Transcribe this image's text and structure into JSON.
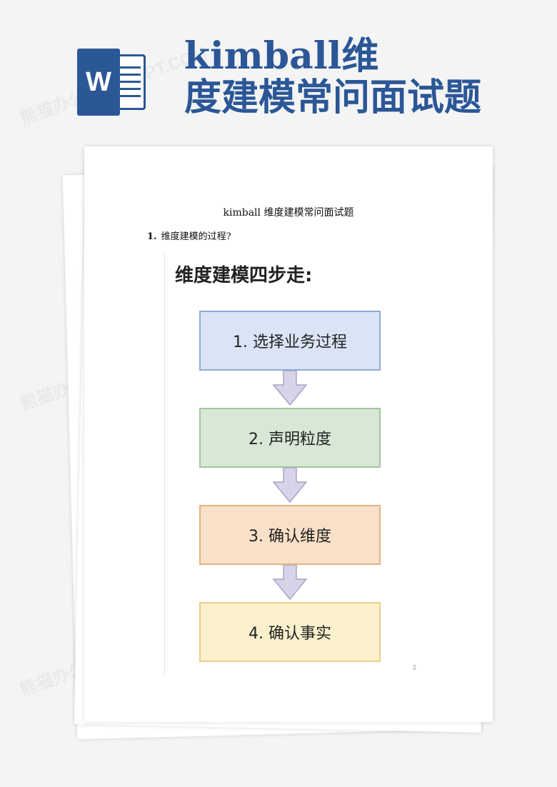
{
  "banner": {
    "logo_letter": "W",
    "title_line1": "kimball维",
    "title_line2": "度建模常问面试题"
  },
  "document": {
    "title": "kimball 维度建模常问面试题",
    "question": {
      "number": "1.",
      "text": "维度建模的过程?"
    },
    "figure": {
      "title": "维度建模四步走:",
      "steps": [
        {
          "label": "1. 选择业务过程",
          "color": "#dae4f6"
        },
        {
          "label": "2. 声明粒度",
          "color": "#d8e7d6"
        },
        {
          "label": "3. 确认维度",
          "color": "#f9e0c8"
        },
        {
          "label": "4. 确认事实",
          "color": "#fbf0cc"
        }
      ],
      "arrow_color": "#d8d3e8"
    },
    "page_marker": "▯"
  },
  "watermark_text": "熊猫办公 TUKUPPT.COM",
  "colors": {
    "brand": "#2b5797"
  }
}
